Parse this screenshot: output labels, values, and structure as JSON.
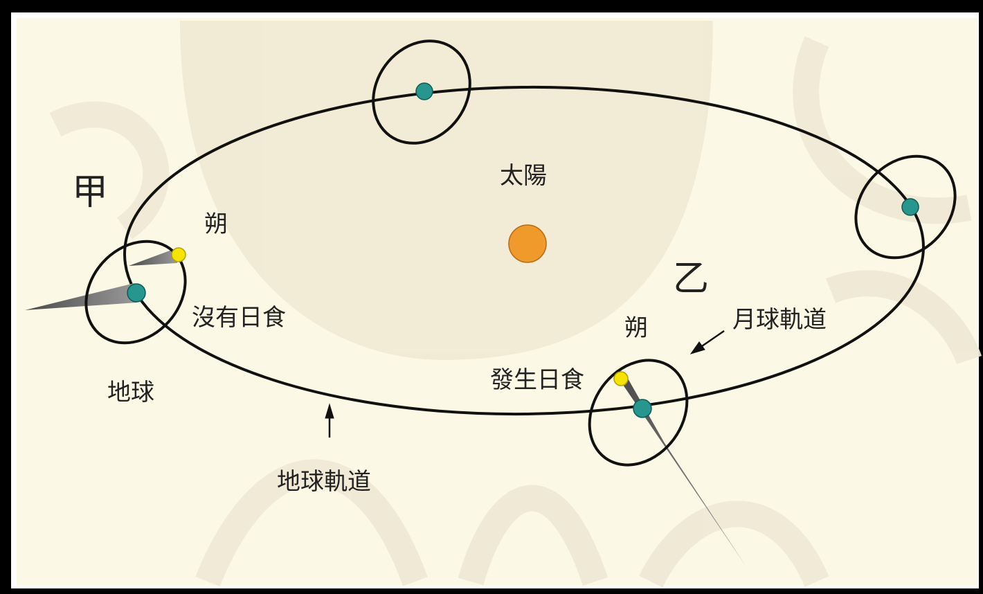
{
  "labels": {
    "position_a": "甲",
    "position_b": "乙",
    "sun": "太陽",
    "new_moon_a": "朔",
    "new_moon_b": "朔",
    "no_eclipse": "沒有日食",
    "eclipse_occurs": "發生日食",
    "earth": "地球",
    "earth_orbit": "地球軌道",
    "moon_orbit": "月球軌道"
  },
  "colors": {
    "background": "#fbf9e6",
    "watermark": "#efe8d2",
    "sun": "#ef9a2a",
    "earth": "#27968f",
    "moon": "#f5e400",
    "shadow": "#6d6d6d",
    "orbit": "#111111"
  }
}
